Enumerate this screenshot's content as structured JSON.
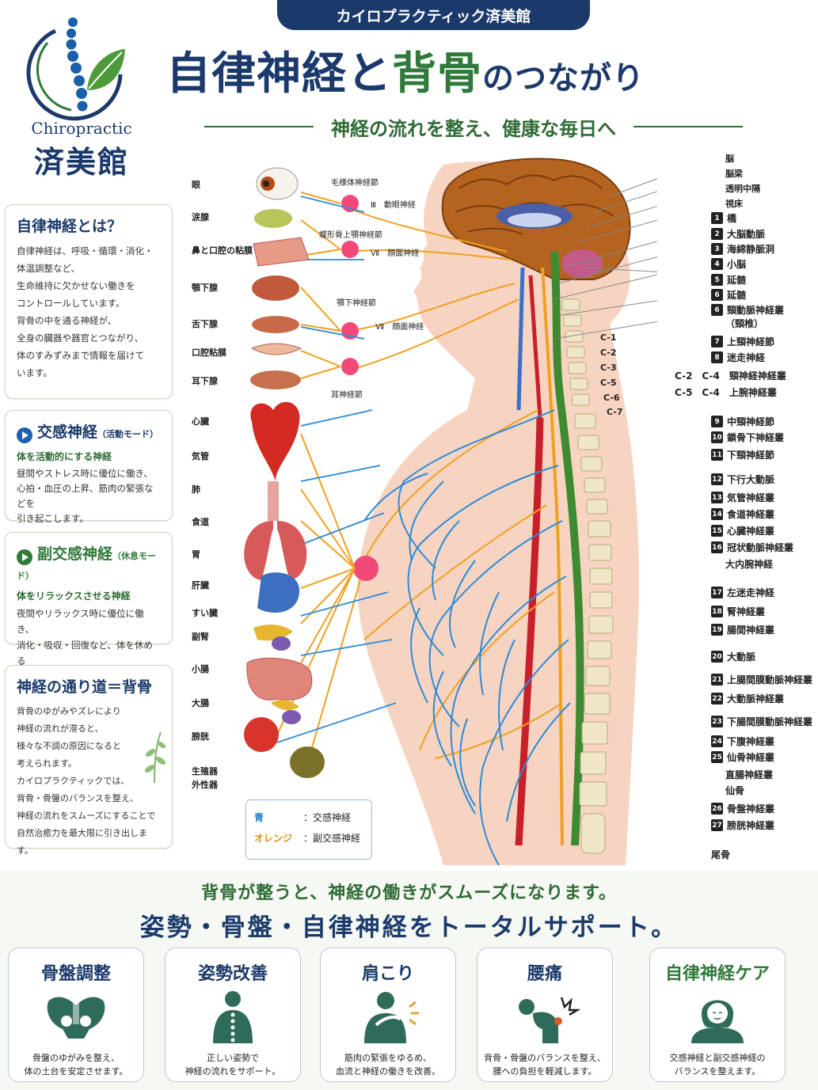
{
  "banner": "カイロプラクティック済美館",
  "title": {
    "part1": "自律神経",
    "part2": "と",
    "part3": "背骨",
    "part4": "のつながり"
  },
  "subtitle": "神経の流れを整え、健康な毎日へ",
  "logo": {
    "en": "Chiropractic",
    "jp": "済美館"
  },
  "info_cards": [
    {
      "title": "自律神経とは？",
      "body": "自律神経は、呼吸・循環・消化・\n体温調整など、\n生命維持に欠かせない働きを\nコントロールしています。\n背骨の中を通る神経が、\n全身の臓器や器官とつながり、\n体のすみずみまで情報を届けて\nいます。"
    },
    {
      "title": "交感神経",
      "mode": "（活動モード）",
      "sub": "体を活動的にする神経",
      "body": "昼間やストレス時に優位に働き、\n心拍・血圧の上昇、筋肉の緊張などを\n引き起こします。"
    },
    {
      "title": "副交感神経",
      "mode": "（休息モード）",
      "sub": "体をリラックスさせる神経",
      "body": "夜間やリラックス時に優位に働き、\n消化・吸収・回復など、体を休める\n働きを促します。"
    },
    {
      "title": "神経の通り道＝背骨",
      "body": "背骨のゆがみやズレにより\n神経の流れが滞ると、\n様々な不調の原因になると\n考えられます。\nカイロプラクティックでは、\n背骨・骨盤のバランスを整え、\n神経の流れをスムーズにすることで\n自然治癒力を最大限に引き出します。"
    }
  ],
  "organs": [
    "眼",
    "涙腺",
    "鼻と口腔の粘膜",
    "顎下腺",
    "舌下腺",
    "口腔粘膜",
    "耳下腺",
    "心臓",
    "気管",
    "肺",
    "食道",
    "胃",
    "肝臓",
    "すい臓",
    "副腎",
    "小腸",
    "大腸",
    "膀胱",
    "生殖器",
    "外性器"
  ],
  "ganglia": {
    "ciliary": "毛様体神経節",
    "oculomotor": "Ⅲ　動眼神経",
    "pterygopalatine": "蝶形骨上顎神経節",
    "facial1": "Ⅶ　顔面神経",
    "submandibular": "顎下神経節",
    "facial2": "Ⅶ　顔面神経",
    "otic": "耳神経節"
  },
  "brain_labels": [
    "脳",
    "脳梁",
    "透明中隔",
    "視床"
  ],
  "right_labels": [
    {
      "n": "1",
      "t": "橋"
    },
    {
      "n": "2",
      "t": "大脳動脈"
    },
    {
      "n": "3",
      "t": "海綿静脈洞"
    },
    {
      "n": "4",
      "t": "小脳"
    },
    {
      "n": "5",
      "t": "延髄"
    },
    {
      "n": "6",
      "t": "延髄"
    },
    {
      "n": "6",
      "t": "頸動脈神経叢"
    },
    {
      "n": "",
      "t": "（頸椎）"
    },
    {
      "n": "7",
      "t": "上頸神経節"
    },
    {
      "n": "8",
      "t": "迷走神経"
    }
  ],
  "plexus_labels": [
    "C-2　C-4　頸神経神経叢",
    "C-5　C-4　上腕神経叢"
  ],
  "right_labels2": [
    {
      "n": "9",
      "t": "中頸神経節"
    },
    {
      "n": "10",
      "t": "鎖骨下神経叢"
    },
    {
      "n": "11",
      "t": "下頸神経節"
    },
    {
      "n": "12",
      "t": "下行大動脈"
    },
    {
      "n": "13",
      "t": "気管神経叢"
    },
    {
      "n": "14",
      "t": "食道神経叢"
    },
    {
      "n": "15",
      "t": "心臓神経叢"
    },
    {
      "n": "16",
      "t": "冠状動脈神経叢"
    },
    {
      "n": "",
      "t": "大内腕神経"
    },
    {
      "n": "17",
      "t": "左迷走神経"
    },
    {
      "n": "18",
      "t": "腎神経叢"
    },
    {
      "n": "19",
      "t": "腸間神経叢"
    },
    {
      "n": "20",
      "t": "大動脈"
    },
    {
      "n": "21",
      "t": "上腸間膜動脈神経叢"
    },
    {
      "n": "22",
      "t": "大動脈神経叢"
    },
    {
      "n": "23",
      "t": "下腸間膜動脈神経叢"
    },
    {
      "n": "24",
      "t": "下腹神経叢"
    },
    {
      "n": "25",
      "t": "仙骨神経叢"
    },
    {
      "n": "",
      "t": "直腸神経叢"
    },
    {
      "n": "",
      "t": "仙骨"
    },
    {
      "n": "26",
      "t": "骨盤神経叢"
    },
    {
      "n": "27",
      "t": "膀胱神経叢"
    },
    {
      "n": "",
      "t": "尾骨"
    }
  ],
  "vertebra_labels": [
    "C-1",
    "C-2",
    "C-3",
    "C-5",
    "C-6",
    "C-7"
  ],
  "legend": {
    "blue_key": "青",
    "blue_val": "：交感神経",
    "orange_key": "オレンジ",
    "orange_val": "：副交感神経"
  },
  "tagline1": "背骨が整うと、神経の働きがスムーズになります。",
  "tagline2": "姿勢・骨盤・自律神経をトータルサポート。",
  "services": [
    {
      "title": "骨盤調整",
      "icon": "pelvis-icon",
      "desc": "骨盤のゆがみを整え、\n体の土台を安定させます。"
    },
    {
      "title": "姿勢改善",
      "icon": "posture-icon",
      "desc": "正しい姿勢で\n神経の流れをサポート。"
    },
    {
      "title": "肩こり",
      "icon": "shoulder-pain-icon",
      "desc": "筋肉の緊張をゆるめ、\n血流と神経の働きを改善。"
    },
    {
      "title": "腰痛",
      "icon": "back-pain-icon",
      "desc": "背骨・骨盤のバランスを整え、\n腰への負担を軽減します。"
    },
    {
      "title": "自律神経ケア",
      "icon": "relax-person-icon",
      "desc": "交感神経と副交感神経の\nバランスを整えます。"
    }
  ],
  "colors": {
    "navy": "#1b3a6b",
    "green": "#2f7a3a",
    "sympathetic": "#2b8bd8",
    "parasympathetic": "#f0a020",
    "spinal_cord": "#3d8a30",
    "aorta": "#c8202a"
  }
}
